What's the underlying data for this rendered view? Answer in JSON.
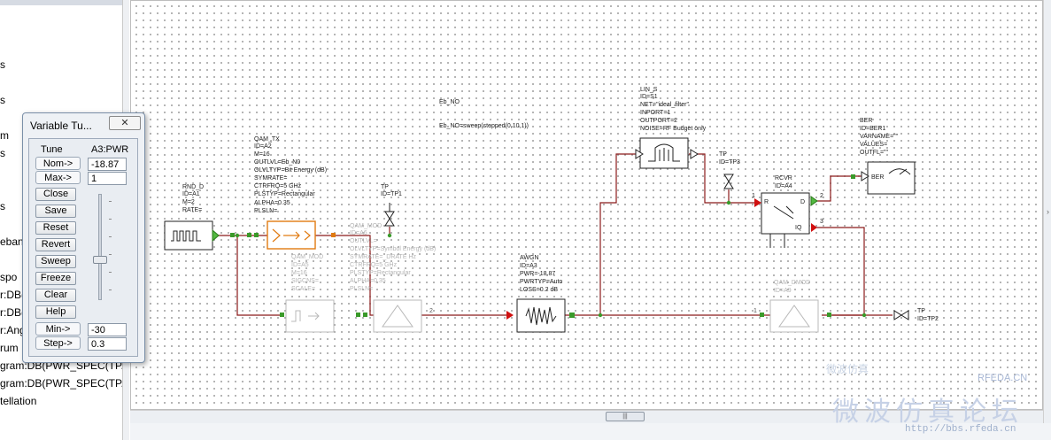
{
  "project_tree": {
    "items": [
      {
        "label": "s"
      },
      {
        "label": "s"
      },
      {
        "label": "m"
      },
      {
        "label": "s"
      },
      {
        "label": "s"
      },
      {
        "label": "eban"
      },
      {
        "label": "spo"
      },
      {
        "label": "r:DB("
      },
      {
        "label": "r:DB("
      },
      {
        "label": "r:Ang"
      },
      {
        "label": "rum"
      },
      {
        "label": "gram:DB(PWR_SPEC(TP."
      },
      {
        "label": "gram:DB(PWR_SPEC(TP."
      },
      {
        "label": "tellation"
      }
    ]
  },
  "tuner": {
    "title": "Variable Tu...",
    "close_icon": "close-icon",
    "tune_label": "Tune",
    "variable_name": "A3:PWR",
    "nom_label": "Nom->",
    "nom_value": "-18.87",
    "max_label": "Max->",
    "max_value": "1",
    "min_label": "Min->",
    "min_value": "-30",
    "step_label": "Step->",
    "step_value": "0.3",
    "slider_level": 0.38,
    "buttons": [
      "Close",
      "Save",
      "Reset",
      "Revert",
      "Sweep",
      "Freeze",
      "Clear",
      "Help"
    ]
  },
  "schematic": {
    "eq_name": "Eb_NO",
    "eq_expr": "Eb_NO=sweep(stepped(0,10,1))",
    "rnd": [
      "RND_D",
      "ID=A1",
      "M=2",
      "RATE="
    ],
    "qam_tx": [
      "QAM_TX",
      "ID=A2",
      "M=16",
      "OUTLVL=Eb_N0",
      "OLVLTYP=Bit Energy (dB)",
      "SYMRATE=",
      "CTRFRQ=5 GHz",
      "PLSTYP=Rectangular",
      "ALPHA=0.35",
      "PLSLN="
    ],
    "tp1": [
      "TP",
      "ID=TP1"
    ],
    "lin_s": [
      "LIN_S",
      "ID=S1",
      "NET=\"ideal_filter\"",
      "INPORT=1",
      "OUTPORT=2",
      "NOISE=RF Budget only"
    ],
    "tp3": [
      "TP",
      "ID=TP3"
    ],
    "rcvr": [
      "RCVR",
      "ID=A4"
    ],
    "ber": [
      "BER",
      "ID=BER1",
      "VARNAME=\"\"",
      "VALUES=",
      "OUTFL=\"\""
    ],
    "awgn": [
      "AWGN",
      "ID=A3",
      "PWR=-18.87",
      "PWRTYP=Auto",
      "LOSS=0.2 dB"
    ],
    "tp2": [
      "TP",
      "ID=TP2"
    ],
    "qam_mod": [
      "QAM_MOD",
      "ID=A5",
      "M=16",
      "SIGCNS=",
      "SCALE="
    ],
    "qam_tx_ghost": [
      "OUTLVL=",
      "OLVLTYP=Symbol Energy (dB)",
      "SYMRATE=_DRATE Hz",
      "CTRFRQ=5 GHz",
      "PLSTYP=Rectangular",
      "ALPHA=0.35",
      "PLSLN="
    ],
    "ghost_mid": [
      "ID=A6",
      "QAM_MOD"
    ],
    "ghost_right": [
      "ID=A9",
      "QAM_DMOD"
    ],
    "rcvr_port_r": "R",
    "rcvr_port_d": "D",
    "rcvr_port_iq": "IQ",
    "port_numbers": [
      "1",
      "2",
      "3",
      "2",
      "1"
    ],
    "ber_label": "BER"
  },
  "watermark": {
    "line1": "微波仿真论坛",
    "line2": "RFEDA.CN",
    "line3": "http://bbs.rfeda.cn"
  },
  "colors": {
    "wire": "#8b1a1a",
    "port_green": "#2e9a2e",
    "port_red": "#d01010",
    "tx_orange": "#e07a10"
  }
}
